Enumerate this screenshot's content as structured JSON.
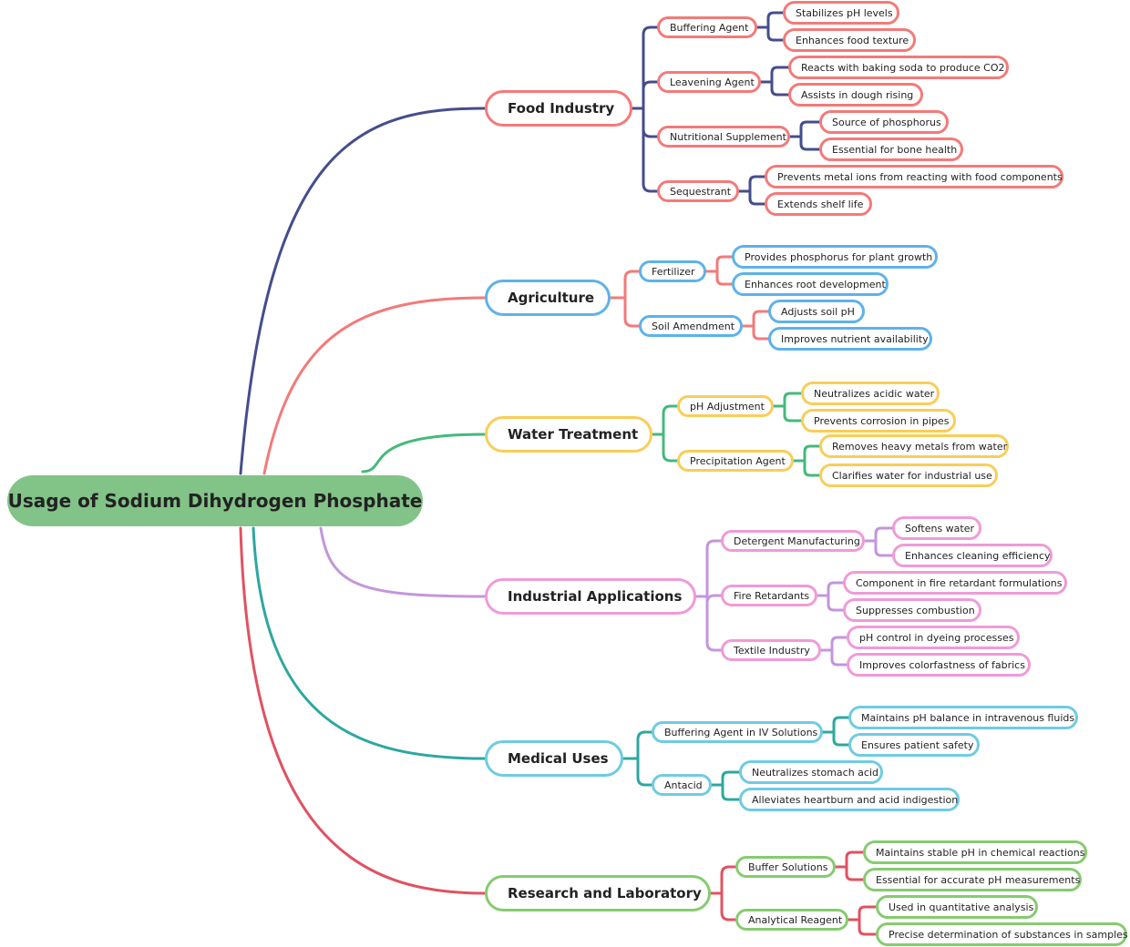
{
  "root": {
    "label": "Usage of Sodium Dihydrogen Phosphate"
  },
  "branches": [
    {
      "label": "Food Industry",
      "line_color": "#454d8c",
      "border_color": "#f37a79",
      "children": [
        {
          "label": "Buffering Agent",
          "leaves": [
            "Stabilizes pH levels",
            "Enhances food texture"
          ]
        },
        {
          "label": "Leavening Agent",
          "leaves": [
            "Reacts with baking soda to produce CO2",
            "Assists in dough rising"
          ]
        },
        {
          "label": "Nutritional Supplement",
          "leaves": [
            "Source of phosphorus",
            "Essential for bone health"
          ]
        },
        {
          "label": "Sequestrant",
          "leaves": [
            "Prevents metal ions from reacting with food components",
            "Extends shelf life"
          ]
        }
      ]
    },
    {
      "label": "Agriculture",
      "line_color": "#f37a79",
      "border_color": "#5eb2e8",
      "children": [
        {
          "label": "Fertilizer",
          "leaves": [
            "Provides phosphorus for plant growth",
            "Enhances root development"
          ]
        },
        {
          "label": "Soil Amendment",
          "leaves": [
            "Adjusts soil pH",
            "Improves nutrient availability"
          ]
        }
      ]
    },
    {
      "label": "Water Treatment",
      "line_color": "#45b97a",
      "border_color": "#f9cd58",
      "children": [
        {
          "label": "pH Adjustment",
          "leaves": [
            "Neutralizes acidic water",
            "Prevents corrosion in pipes"
          ]
        },
        {
          "label": "Precipitation Agent",
          "leaves": [
            "Removes heavy metals from water",
            "Clarifies water for industrial use"
          ]
        }
      ]
    },
    {
      "label": "Industrial Applications",
      "line_color": "#c495dc",
      "border_color": "#f09ad8",
      "children": [
        {
          "label": "Detergent Manufacturing",
          "leaves": [
            "Softens water",
            "Enhances cleaning efficiency"
          ]
        },
        {
          "label": "Fire Retardants",
          "leaves": [
            "Component in fire retardant formulations",
            "Suppresses combustion"
          ]
        },
        {
          "label": "Textile Industry",
          "leaves": [
            "pH control in dyeing processes",
            "Improves colorfastness of fabrics"
          ]
        }
      ]
    },
    {
      "label": "Medical Uses",
      "line_color": "#2ca8a0",
      "border_color": "#6fcbe2",
      "children": [
        {
          "label": "Buffering Agent in IV Solutions",
          "leaves": [
            "Maintains pH balance in intravenous fluids",
            "Ensures patient safety"
          ]
        },
        {
          "label": "Antacid",
          "leaves": [
            "Neutralizes stomach acid",
            "Alleviates heartburn and acid indigestion"
          ]
        }
      ]
    },
    {
      "label": "Research and Laboratory",
      "line_color": "#e05261",
      "border_color": "#86cb6f",
      "children": [
        {
          "label": "Buffer Solutions",
          "leaves": [
            "Maintains stable pH in chemical reactions",
            "Essential for accurate pH measurements"
          ]
        },
        {
          "label": "Analytical Reagent",
          "leaves": [
            "Used in quantitative analysis",
            "Precise determination of substances in samples"
          ]
        }
      ]
    }
  ]
}
